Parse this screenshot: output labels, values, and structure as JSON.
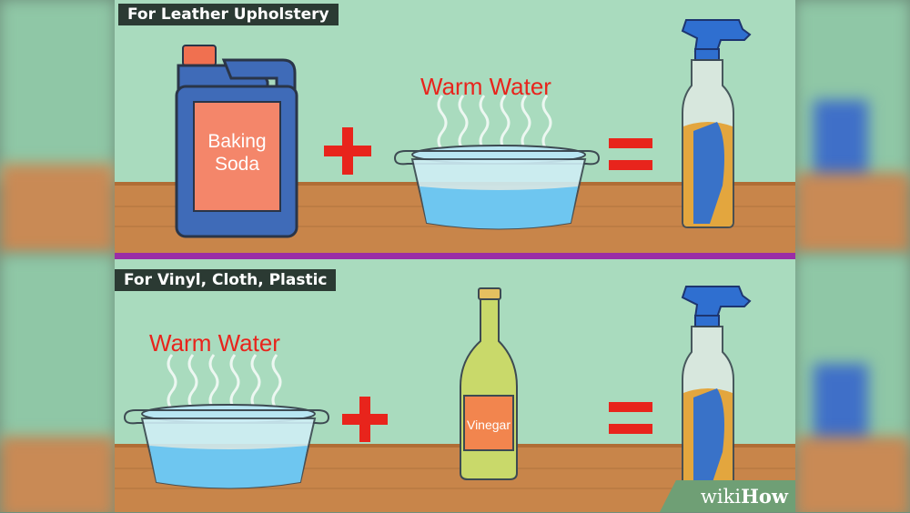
{
  "colors": {
    "panel_bg": "#a9dbbe",
    "divider": "#9a2da6",
    "table": "#c8854a",
    "tag_bg": "#2b3a33",
    "accent_red": "#e8241c",
    "water": "#6ec6f0",
    "bottle_blue": "#2f6fd0",
    "jug_blue": "#3f6bb8"
  },
  "top_panel": {
    "tag": "For Leather Upholstery",
    "jug_label": [
      "Baking",
      "Soda"
    ],
    "water_label": "Warm Water",
    "icons": {
      "jug": "baking-soda-jug-icon",
      "plus": "plus-icon",
      "bowl": "water-bowl-icon",
      "equals": "equals-icon",
      "bottle": "spray-bottle-icon"
    }
  },
  "bottom_panel": {
    "tag": "For Vinyl, Cloth, Plastic",
    "water_label": "Warm Water",
    "vinegar_label": "Vinegar",
    "icons": {
      "bowl": "water-bowl-icon",
      "plus": "plus-icon",
      "vinegar": "vinegar-bottle-icon",
      "equals": "equals-icon",
      "bottle": "spray-bottle-icon"
    }
  },
  "watermark": {
    "wiki": "wiki",
    "how": "How"
  }
}
